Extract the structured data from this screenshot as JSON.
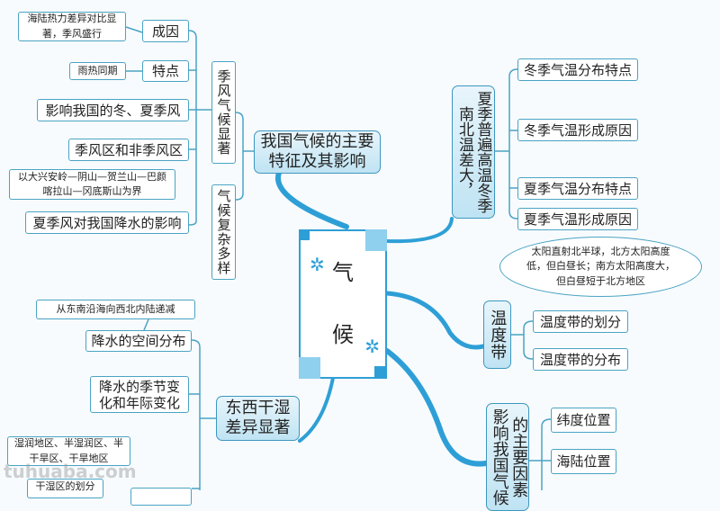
{
  "center": {
    "title_1": "气",
    "title_2": "候"
  },
  "branch_main": {
    "label": "我国气候的主要特征及其影响",
    "monsoon": "季风气候显著",
    "complex": "气候复杂多样",
    "cause": "成因",
    "cause_note": "海陆热力差异对比显著，季风盛行",
    "feature": "特点",
    "feature_note": "雨热同期",
    "winds": "影响我国的冬、夏季风",
    "regions": "季风区和非季风区",
    "regions_note": "以大兴安岭—阴山—贺兰山—巴颜喀拉山—冈底斯山为界",
    "rain": "夏季风对我国降水的影响"
  },
  "branch_temp": {
    "label": "夏季普遍高温冬季南北温差大，",
    "items": [
      "冬季气温分布特点",
      "冬季气温形成原因",
      "夏季气温分布特点",
      "夏季气温形成原因"
    ],
    "note": "太阳直射北半球，北方太阳高度低，但白昼长；南方太阳高度大，但白昼短于北方地区"
  },
  "branch_zone": {
    "label": "温度带",
    "items": [
      "温度带的划分",
      "温度带的分布"
    ]
  },
  "branch_factors": {
    "label": "影响我国气候的主要因素",
    "items": [
      "纬度位置",
      "海陆位置"
    ]
  },
  "branch_dry": {
    "label": "东西干湿差异显著",
    "spatial": "降水的空间分布",
    "spatial_note": "从东南沿海向西北内陆递减",
    "seasonal": "降水的季节变化和年际变化",
    "division": "干湿区的划分",
    "division_note": "湿润地区、半湿润区、半干旱区、干旱地区"
  },
  "watermark": "tuhuaba.com"
}
